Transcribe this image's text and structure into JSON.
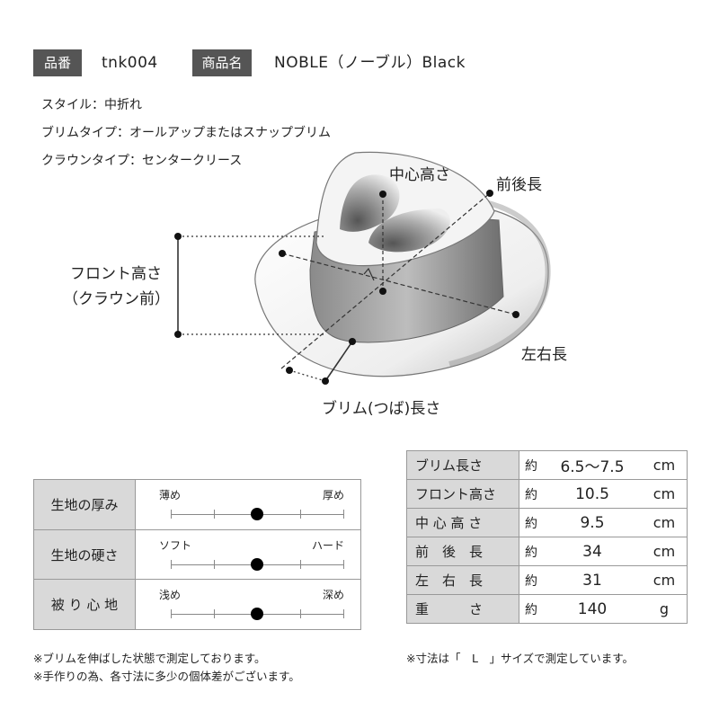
{
  "header": {
    "code_label": "品番",
    "code_value": "tnk004",
    "name_label": "商品名",
    "name_value": "NOBLE（ノーブル）Black"
  },
  "specs": [
    "スタイル：中折れ",
    "ブリムタイプ：オールアップまたはスナップブリム",
    "クラウンタイプ：センタークリース"
  ],
  "diagram": {
    "center_height": "中心高さ",
    "front_back": "前後長",
    "front_height_1": "フロント高さ",
    "front_height_2": "（クラウン前）",
    "left_right": "左右長",
    "brim_length": "ブリム(つば)長さ"
  },
  "measurements": [
    {
      "label": "ブリム長さ",
      "approx": "約",
      "value": "6.5〜7.5",
      "unit": "cm"
    },
    {
      "label": "フロント高さ",
      "approx": "約",
      "value": "10.5",
      "unit": "cm"
    },
    {
      "label": "中 心 高 さ",
      "approx": "約",
      "value": "9.5",
      "unit": "cm"
    },
    {
      "label": "前　後　長",
      "approx": "約",
      "value": "34",
      "unit": "cm"
    },
    {
      "label": "左　右　長",
      "approx": "約",
      "value": "31",
      "unit": "cm"
    },
    {
      "label": "重　　　さ",
      "approx": "約",
      "value": "140",
      "unit": "g"
    }
  ],
  "scales": [
    {
      "label": "生地の厚み",
      "min": "薄め",
      "max": "厚め",
      "level": 0.5
    },
    {
      "label": "生地の硬さ",
      "min": "ソフト",
      "max": "ハード",
      "level": 0.5
    },
    {
      "label": "被 り 心 地",
      "min": "浅め",
      "max": "深め",
      "level": 0.5
    }
  ],
  "notes": {
    "left_1": "※ブリムを伸ばした状態で測定しております。",
    "left_2": "※手作りの為、各寸法に多少の個体差がございます。",
    "right": "※寸法は「　L　」サイズで測定しています。"
  }
}
